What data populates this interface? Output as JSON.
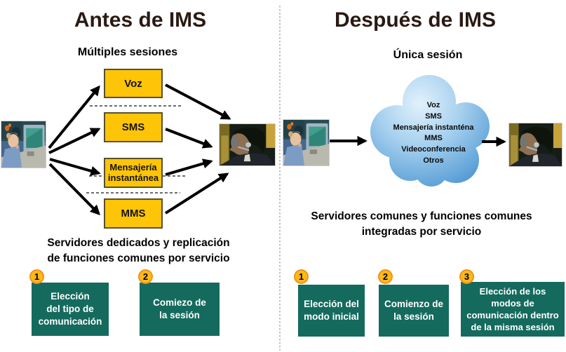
{
  "left": {
    "title": "Antes de IMS",
    "subtitle": "Múltiples sesiones",
    "services": [
      "Voz",
      "SMS",
      "Mensajería instantánea",
      "MMS"
    ],
    "caption": [
      "Servidores dedicados y replicación",
      "de funciones comunes por servicio"
    ],
    "steps": [
      {
        "number": "1",
        "lines": [
          "Elección",
          "del tipo de",
          "comunicación"
        ]
      },
      {
        "number": "2",
        "lines": [
          "Comiezo de",
          "la sesión"
        ]
      }
    ]
  },
  "right": {
    "title": "Después de IMS",
    "subtitle": "Única sesión",
    "cloud_services": [
      "Voz",
      "SMS",
      "Mensajería instanténa",
      "MMS",
      "Videoconferencia",
      "Otros"
    ],
    "caption": [
      "Servidores comunes y funciones comunes",
      "integradas por servicio"
    ],
    "steps": [
      {
        "number": "1",
        "lines": [
          "Elección del",
          "modo inicial"
        ]
      },
      {
        "number": "2",
        "lines": [
          "Comienzo de",
          "la sesión"
        ]
      },
      {
        "number": "3",
        "lines": [
          "Elección de los",
          "modos de",
          "comunicación dentro",
          "de la misma sesión"
        ]
      }
    ]
  },
  "colors": {
    "title_text": "#2a1a14",
    "service_box_fill": "#fdc408",
    "service_box_border": "#58502a",
    "step_box_fill": "#156a5e",
    "step_number_fill": "#fdb917",
    "step_number_border": "#ef9220",
    "cloud_light": "#e2f1fb",
    "cloud_dark": "#3a8acd"
  }
}
